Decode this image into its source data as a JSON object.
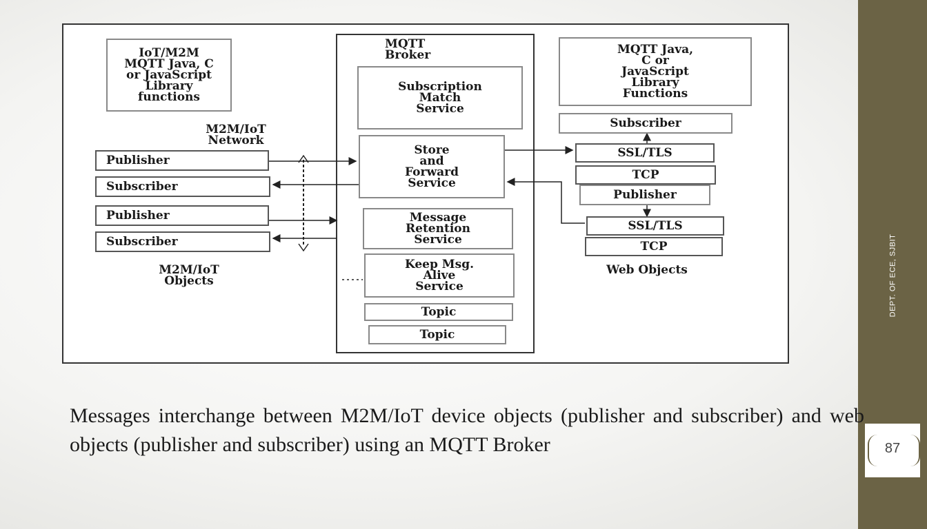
{
  "sidebar": {
    "label": "DEPT. OF ECE, SJBIT",
    "page_number": "87"
  },
  "diagram": {
    "iot_library": "IoT/M2M\nMQTT Java, C\nor JavaScript\nLibrary\nfunctions",
    "network_label": "M2M/IoT\nNetwork",
    "left_publisher_1": "Publisher",
    "left_subscriber_1": "Subscriber",
    "left_publisher_2": "Publisher",
    "left_subscriber_2": "Subscriber",
    "objects_label": "M2M/IoT\nObjects",
    "broker_title": "MQTT\nBroker",
    "subscription_service": "Subscription\nMatch\nService",
    "store_forward_service": "Store\nand\nForward\nService",
    "retention_service": "Message\nRetention\nService",
    "keepalive_service": "Keep Msg.\nAlive\nService",
    "topic_1": "Topic",
    "topic_2": "Topic",
    "web_library": "MQTT Java,\nC or\nJavaScript\nLibrary\nFunctions",
    "web_subscriber": "Subscriber",
    "ssl_tls_1": "SSL/TLS",
    "tcp_1": "TCP",
    "web_publisher": "Publisher",
    "ssl_tls_2": "SSL/TLS",
    "tcp_2": "TCP",
    "web_objects_label": "Web Objects"
  },
  "caption": "Messages interchange between M2M/IoT device objects (publisher and subscriber) and web objects (publisher and subscriber) using an MQTT Broker"
}
